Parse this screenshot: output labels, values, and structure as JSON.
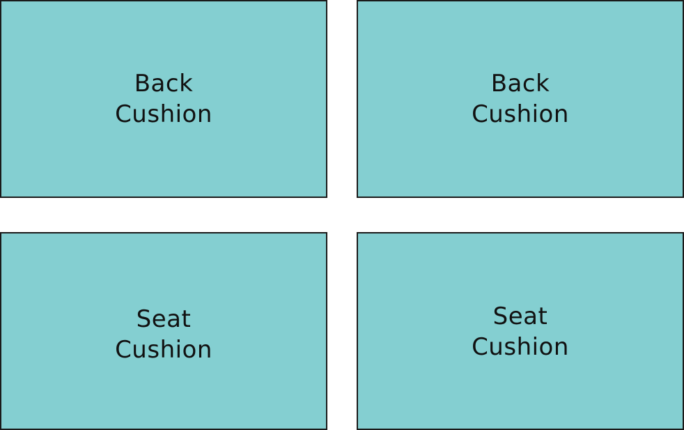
{
  "colors": {
    "cushion_fill": "#84cfd1",
    "cushion_border": "#1a1a1a",
    "background": "#ffffff"
  },
  "cushions": [
    {
      "line1": "Back",
      "line2": "Cushion"
    },
    {
      "line1": "Back",
      "line2": "Cushion"
    },
    {
      "line1": "Seat",
      "line2": "Cushion"
    },
    {
      "line1": "Seat",
      "line2": "Cushion"
    }
  ]
}
